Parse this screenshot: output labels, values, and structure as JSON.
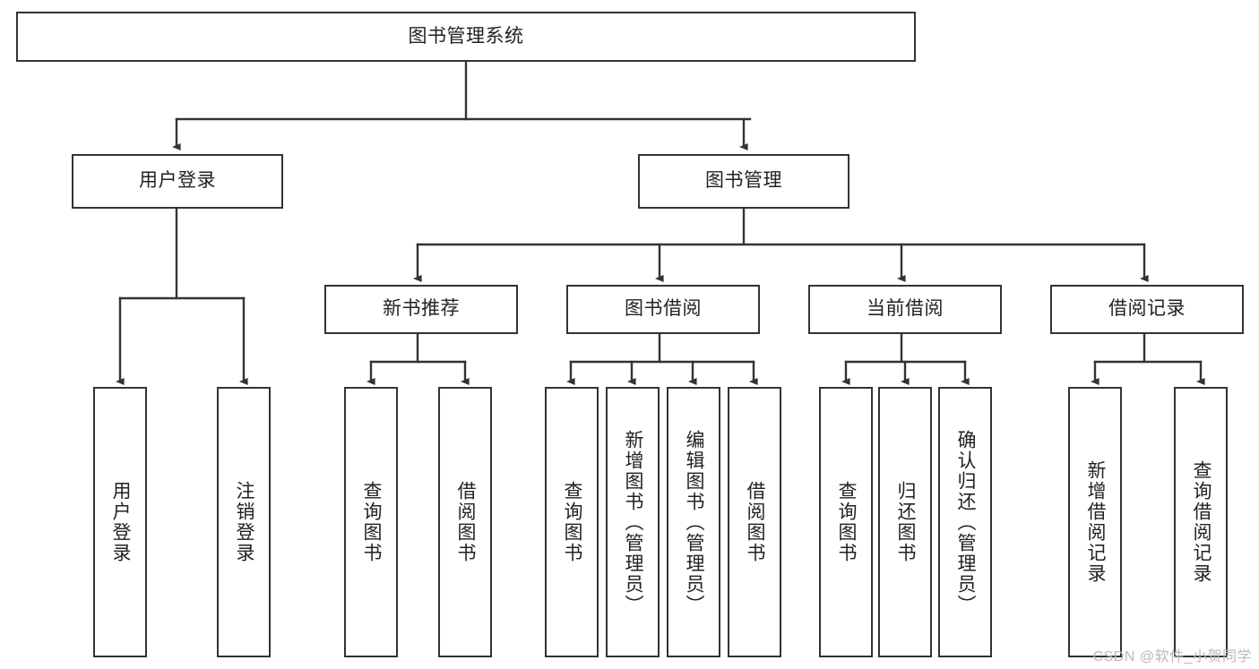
{
  "diagram": {
    "type": "tree-hierarchy",
    "title": "图书管理系统",
    "colors": {
      "stroke": "#333333",
      "box_fill": "#ffffff",
      "text": "#222222",
      "background": "#ffffff",
      "watermark": "#b9b9b9"
    },
    "levels": {
      "root": {
        "label": "图书管理系统"
      },
      "level2": [
        {
          "label": "用户登录"
        },
        {
          "label": "图书管理"
        }
      ],
      "level3": [
        {
          "label": "新书推荐"
        },
        {
          "label": "图书借阅"
        },
        {
          "label": "当前借阅"
        },
        {
          "label": "借阅记录"
        }
      ],
      "leaves": {
        "user_login": [
          {
            "label": "用户登录"
          },
          {
            "label": "注销登录"
          }
        ],
        "new_book_recommend": [
          {
            "label": "查询图书"
          },
          {
            "label": "借阅图书"
          }
        ],
        "book_borrow": [
          {
            "label": "查询图书"
          },
          {
            "label": "新增图书（管理员）"
          },
          {
            "label": "编辑图书（管理员）"
          },
          {
            "label": "借阅图书"
          }
        ],
        "current_borrow": [
          {
            "label": "查询图书"
          },
          {
            "label": "归还图书"
          },
          {
            "label": "确认归还（管理员）"
          }
        ],
        "borrow_record": [
          {
            "label": "新增借阅记录"
          },
          {
            "label": "查询借阅记录"
          }
        ]
      }
    }
  },
  "watermark": {
    "text": "CSDN @软件_小贺同学"
  }
}
